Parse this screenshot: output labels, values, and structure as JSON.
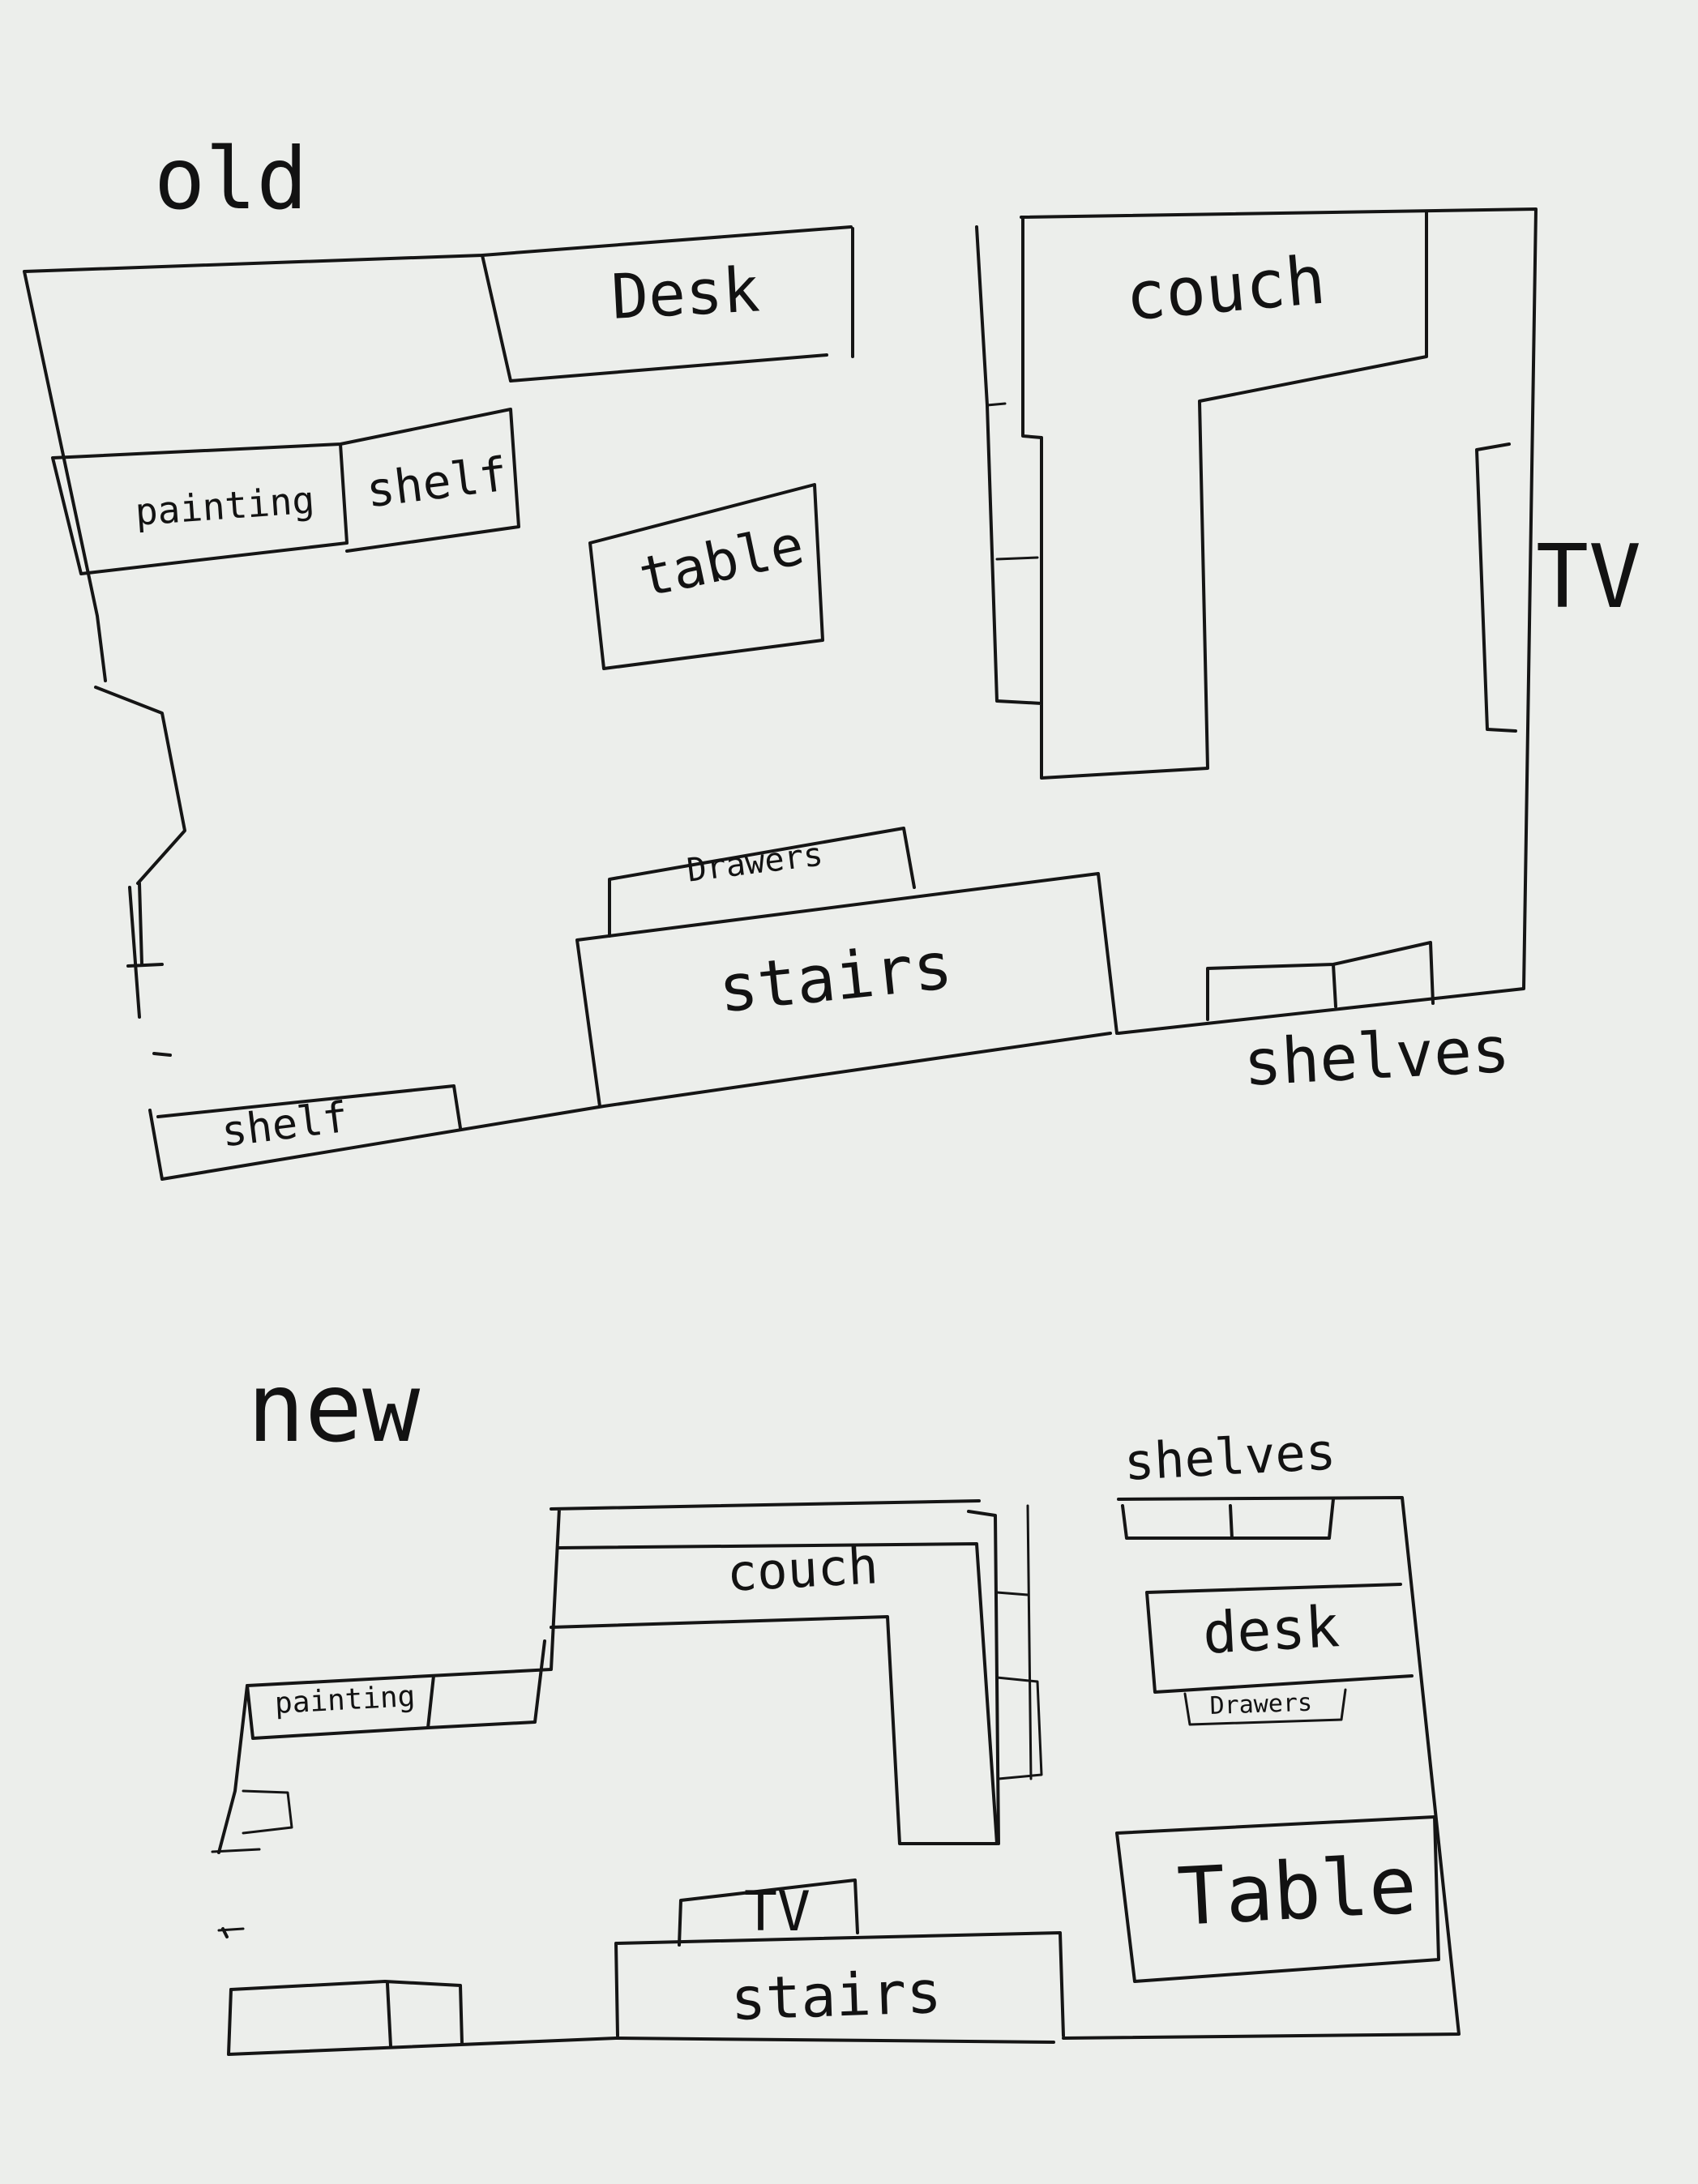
{
  "old_plan": {
    "heading": "old",
    "labels": {
      "desk": "Desk",
      "couch": "couch",
      "painting": "painting",
      "shelf_top": "shelf",
      "table": "table",
      "tv": "TV",
      "drawers": "Drawers",
      "stairs": "stairs",
      "shelves": "shelves",
      "shelf_bottom": "shelf"
    }
  },
  "new_plan": {
    "heading": "new",
    "labels": {
      "shelves": "shelves",
      "couch": "couch",
      "desk": "desk",
      "drawers": "Drawers",
      "painting": "painting",
      "table": "Table",
      "tv": "TV",
      "stairs": "stairs"
    }
  }
}
